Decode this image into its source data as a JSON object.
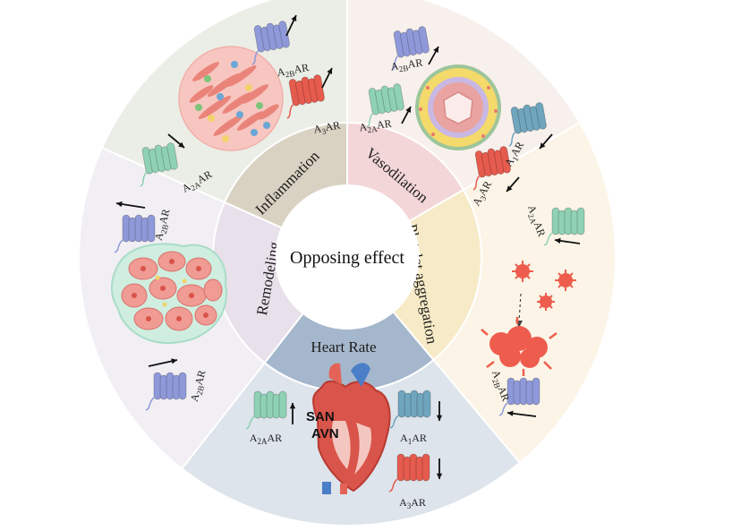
{
  "center": {
    "title": "Opposing effect"
  },
  "segments": {
    "inflammation": "Inflammation",
    "vasodilation": "Vasodilation",
    "platelet_aggregation": "Platelet aggregation",
    "heart_rate": "Heart Rate",
    "remodeling": "Remodeling"
  },
  "colors": {
    "inflammation_outer": "#ebeee6",
    "inflammation_inner": "#d9d1c2",
    "vasodilation_outer": "#f8f0ec",
    "vasodilation_inner": "#f3d6d8",
    "platelet_outer": "#fcf5e7",
    "platelet_inner": "#f7eac7",
    "heart_outer": "#dde4eb",
    "heart_inner": "#a5b7cc",
    "remodeling_outer": "#f1eff4",
    "remodeling_inner": "#e8e0ea",
    "a2a_green": "#8fd1b4",
    "a2b_blue": "#8f99d9",
    "a1_teal": "#6fa5bd",
    "a3_red": "#e55b4d"
  },
  "receptors": {
    "a2bar": "A2BAR",
    "a2aar": "A2AAR",
    "a3ar": "A3AR",
    "a1ar": "A1AR"
  },
  "heart": {
    "san": "SAN",
    "avn": "AVN"
  }
}
